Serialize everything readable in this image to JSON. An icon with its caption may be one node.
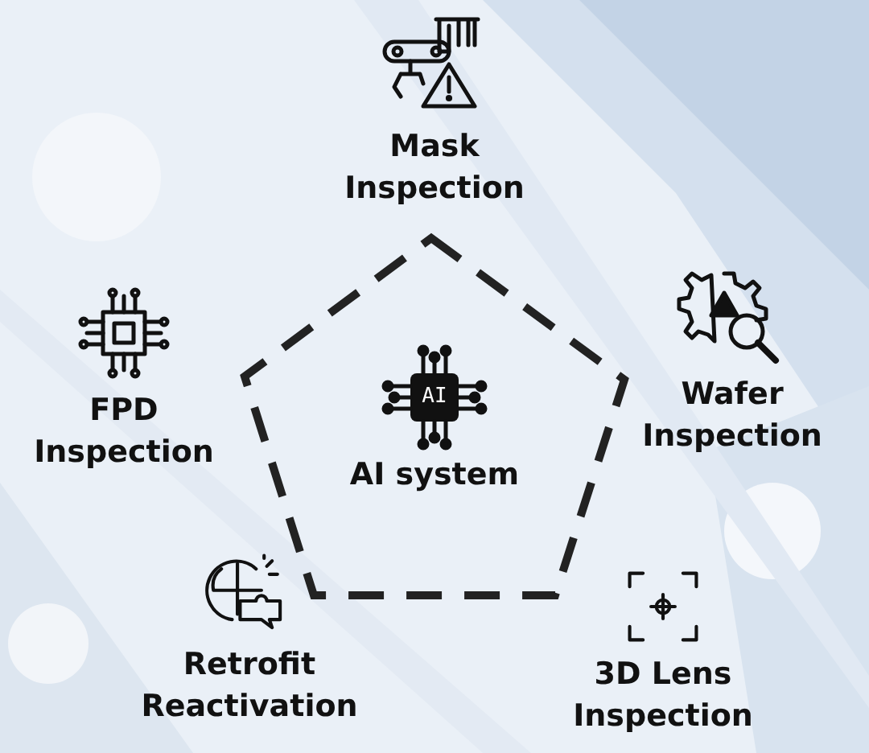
{
  "diagram": {
    "nodes": [
      {
        "text": [
          "Mask Inspection"
        ]
      },
      {
        "text": [
          "FPD Inspection"
        ]
      },
      {
        "text": [
          "Wafer Inspection"
        ]
      },
      {
        "text": [
          "AI system"
        ]
      },
      {
        "text": [
          "Retrofit Reactivation"
        ]
      },
      {
        "text": [
          "3D Lens Inspection"
        ]
      }
    ],
    "edges": [],
    "labels": [
      "AI"
    ]
  }
}
